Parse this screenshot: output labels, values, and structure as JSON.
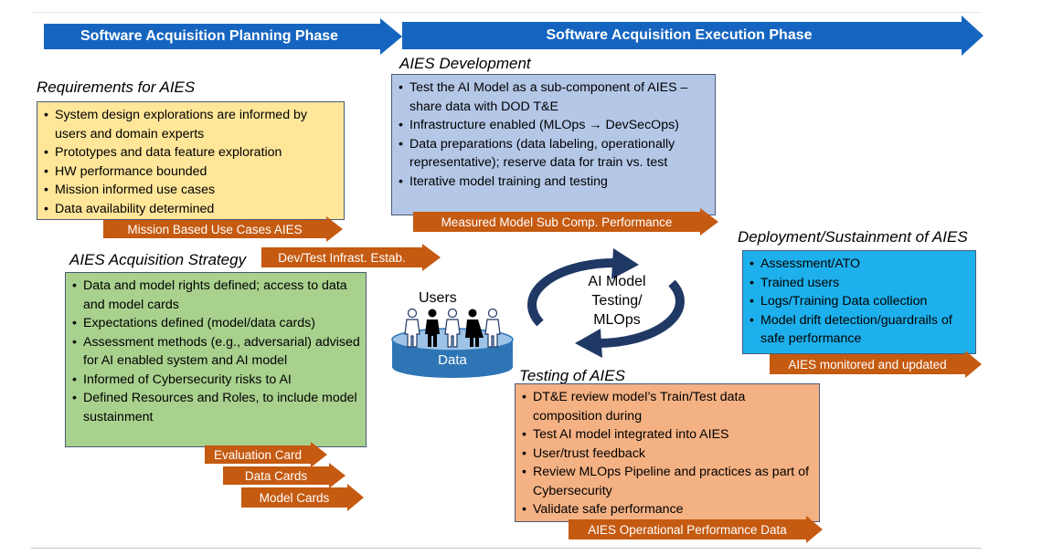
{
  "phases": {
    "planning": "Software Acquisition Planning Phase",
    "execution": "Software Acquisition Execution Phase"
  },
  "requirements": {
    "title": "Requirements for AIES",
    "items": [
      "System design explorations are informed by users and domain experts",
      "Prototypes and data feature exploration",
      "HW performance bounded",
      "Mission informed use cases",
      "Data availability determined"
    ],
    "arrow": "Mission Based Use Cases AIES"
  },
  "development": {
    "title": "AIES Development",
    "items": [
      "Test the AI Model as a sub-component of AIES – share data with DOD T&E",
      "Infrastructure enabled (MLOps → DevSecOps)",
      "Data preparations (data labeling, operationally representative); reserve data for train vs. test",
      "Iterative model training and testing"
    ],
    "arrow": "Measured Model Sub Comp. Performance"
  },
  "strategy": {
    "title": "AIES Acquisition Strategy",
    "items": [
      "Data and model rights defined; access to data and model cards",
      "Expectations defined (model/data cards)",
      "Assessment methods (e.g., adversarial) advised for AI enabled system and AI model",
      "Informed of Cybersecurity risks to AI",
      "Defined Resources and Roles, to include model sustainment"
    ],
    "arrows": [
      "Evaluation Card",
      "Data Cards",
      "Model Cards"
    ]
  },
  "devtest_arrow": "Dev/Test Infrast. Estab.",
  "center": {
    "users": "Users",
    "data": "Data",
    "cycle": [
      "AI Model",
      "Testing/",
      "MLOps"
    ]
  },
  "deployment": {
    "title": "Deployment/Sustainment of AIES",
    "items": [
      "Assessment/ATO",
      "Trained users",
      "Logs/Training Data collection",
      "Model drift detection/guardrails of safe performance"
    ],
    "arrow": "AIES monitored and updated"
  },
  "testing": {
    "title": "Testing of AIES",
    "items": [
      "DT&E review model’s Train/Test data composition during",
      "Test AI model integrated into AIES",
      "User/trust feedback",
      "Review MLOps Pipeline and practices as part of Cybersecurity",
      "Validate safe performance"
    ],
    "arrow": "AIES Operational Performance Data"
  },
  "colors": {
    "phase_arrow": "#1565c0",
    "out_arrow": "#c55a11",
    "cycle_arrow": "#1f3864",
    "users": "#1f3864",
    "data_disk": "#2e75b6"
  }
}
